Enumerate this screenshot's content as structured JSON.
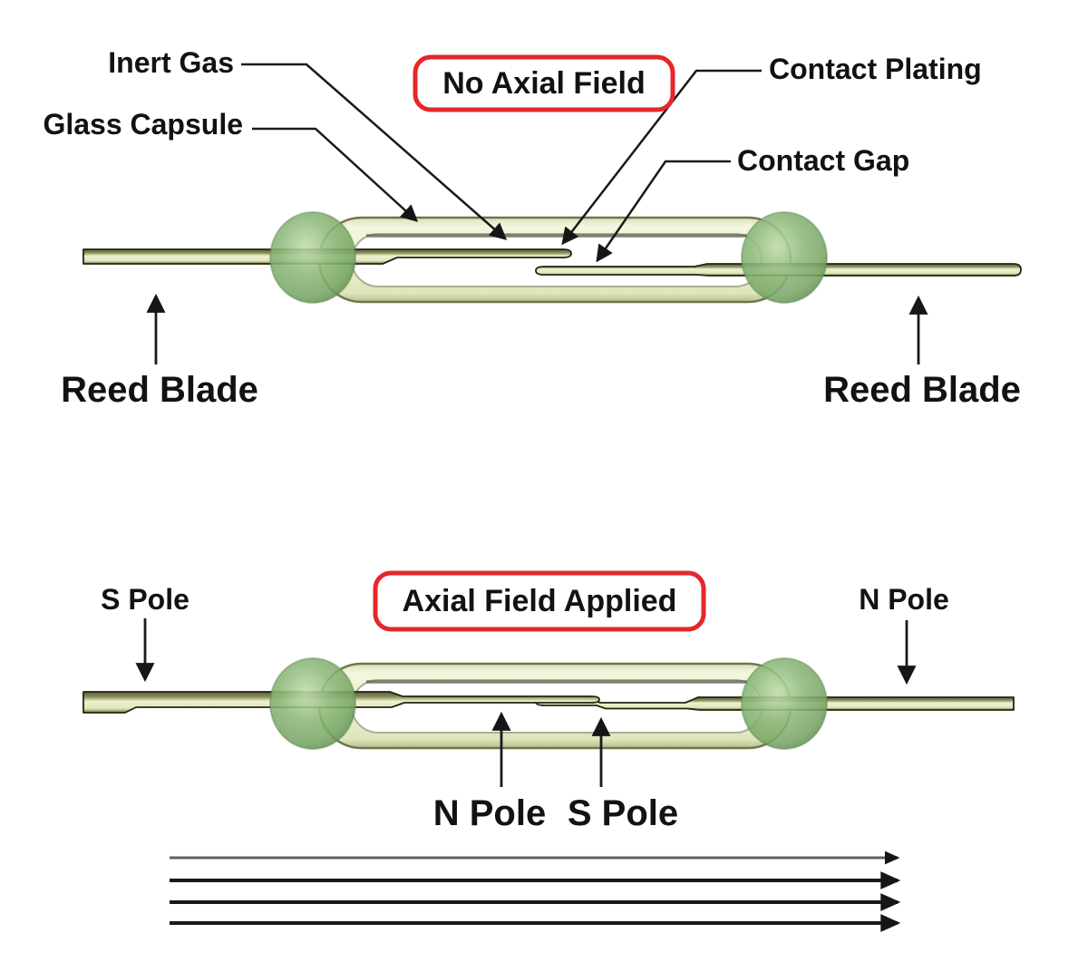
{
  "colors": {
    "accent_red": "#e5272b",
    "label_text": "#121212",
    "bead_green": "#8db97a",
    "capsule_fill": "#eef3d4",
    "metal_light": "#eff1cf",
    "arrow_black": "#1a1a1a",
    "background": "#ffffff"
  },
  "top_diagram": {
    "title": "No Axial Field",
    "labels": {
      "inert_gas": "Inert Gas",
      "glass_capsule": "Glass Capsule",
      "contact_plating": "Contact Plating",
      "contact_gap": "Contact Gap",
      "reed_blade_left": "Reed Blade",
      "reed_blade_right": "Reed Blade"
    },
    "state": "contacts open"
  },
  "bottom_diagram": {
    "title": "Axial Field Applied",
    "labels": {
      "s_pole_left": "S Pole",
      "n_pole_right": "N Pole",
      "n_pole_contact": "N Pole",
      "s_pole_contact": "S Pole"
    },
    "state": "contacts closed",
    "field_lines": {
      "count": 4,
      "direction": "right"
    }
  }
}
